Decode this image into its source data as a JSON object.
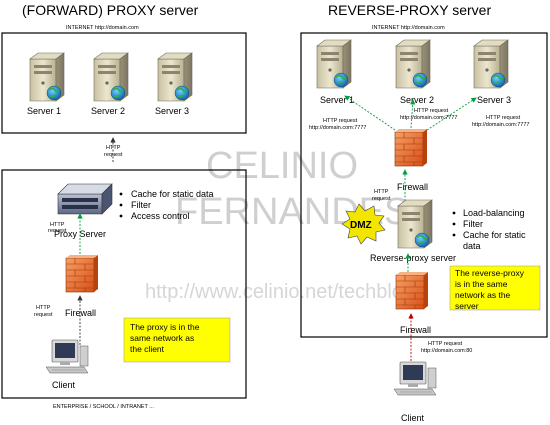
{
  "forward": {
    "title": "(FORWARD) PROXY server",
    "internet_label": "INTERNET   http://domain.com",
    "servers": [
      "Server 1",
      "Server 2",
      "Server 3"
    ],
    "http_request": [
      "HTTP",
      "request"
    ],
    "http_request_proxy": [
      "HTTP",
      "request"
    ],
    "http_request_client": [
      "HTTP",
      "request"
    ],
    "proxy_label": "Proxy Server",
    "features": [
      "Cache for static data",
      "Filter",
      "Access control"
    ],
    "firewall_label": "Firewall",
    "note": [
      "The proxy is in the",
      "same network as",
      "the client"
    ],
    "client_label": "Client",
    "enterprise_label": "ENTERPRISE / SCHOOL / INTRANET ..."
  },
  "reverse": {
    "title": "REVERSE-PROXY server",
    "internet_label": "INTERNET   http://domain.com",
    "servers": [
      "Server 1",
      "Server 2",
      "Server 3"
    ],
    "req_left": [
      "HTTP request",
      "http://domain.com:7777"
    ],
    "req_mid": [
      "HTTP request",
      "http://domain.com:7777"
    ],
    "req_right": [
      "HTTP request",
      "http://domain.com:7777"
    ],
    "firewall_top_label": "Firewall",
    "req_proxy": [
      "HTTP",
      "request"
    ],
    "dmz_label": "DMZ",
    "rp_label": "Reverse-proxy server",
    "features": [
      "Load-balancing",
      "Filter",
      "Cache for static",
      "data"
    ],
    "firewall_bottom_label": "Firewall",
    "note": [
      "The reverse-proxy",
      "is in the same",
      "network as the",
      "server"
    ],
    "req_client": [
      "HTTP request",
      "http://domain.com:80"
    ],
    "client_label": "Client"
  },
  "watermark": {
    "line1": "CELINIO",
    "line2": "FERNANDES",
    "url": "http://www.celinio.net/techblog"
  },
  "colors": {
    "note_bg": "#ffff00",
    "arrow_green": "#00a040",
    "arrow_dark": "#333333",
    "arrow_red": "#c00000",
    "firewall": "#e8692c",
    "dmz": "#f2e600"
  }
}
